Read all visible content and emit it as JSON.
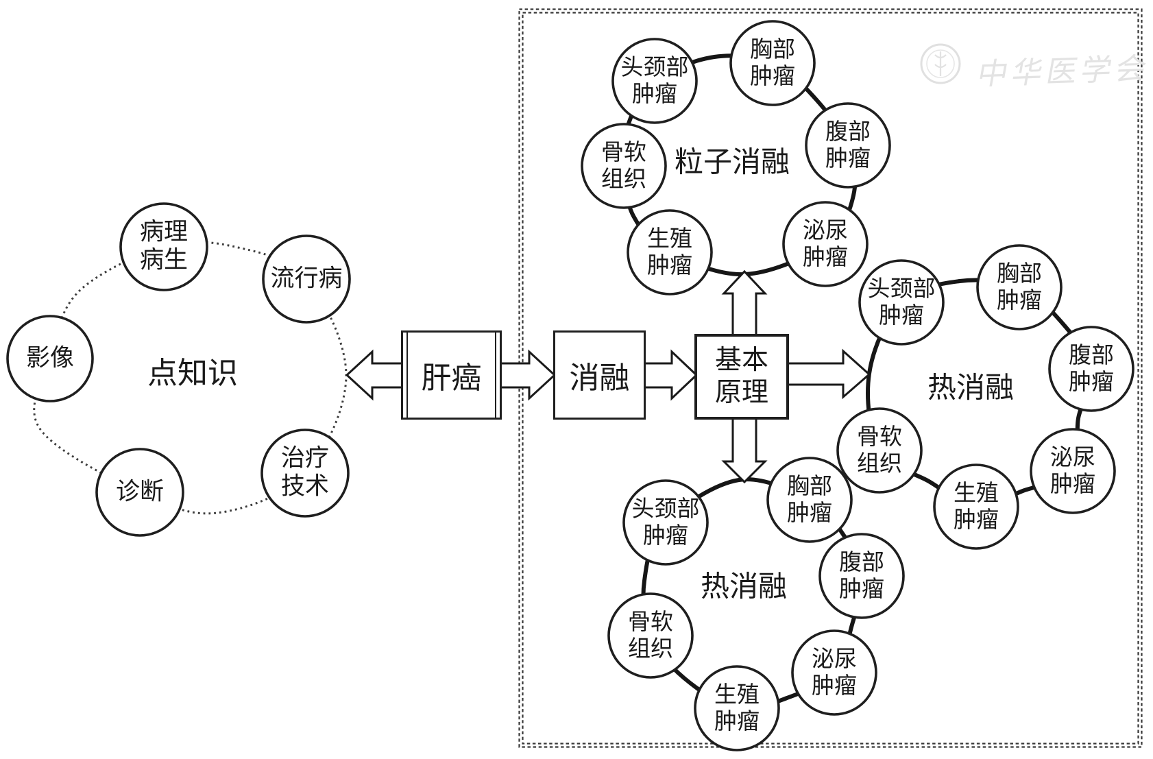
{
  "figure": {
    "left_cluster": {
      "title": "点知识",
      "nodes": [
        {
          "label": "病理\n病生"
        },
        {
          "label": "流行病"
        },
        {
          "label": "影像"
        },
        {
          "label": "诊断"
        },
        {
          "label": "治疗\n技术"
        }
      ]
    },
    "flow_boxes": [
      {
        "label": "肝癌"
      },
      {
        "label": "消融"
      },
      {
        "label": "基本\n原理"
      }
    ],
    "clusters": [
      {
        "title": "粒子消融",
        "nodes": [
          {
            "label": "头颈部\n肿瘤"
          },
          {
            "label": "胸部\n肿瘤"
          },
          {
            "label": "腹部\n肿瘤"
          },
          {
            "label": "泌尿\n肿瘤"
          },
          {
            "label": "生殖\n肿瘤"
          },
          {
            "label": "骨软\n组织"
          }
        ]
      },
      {
        "title": "热消融",
        "nodes": [
          {
            "label": "头颈部\n肿瘤"
          },
          {
            "label": "胸部\n肿瘤"
          },
          {
            "label": "腹部\n肿瘤"
          },
          {
            "label": "泌尿\n肿瘤"
          },
          {
            "label": "生殖\n肿瘤"
          },
          {
            "label": "骨软\n组织"
          }
        ]
      },
      {
        "title": "热消融",
        "nodes": [
          {
            "label": "头颈部\n肿瘤"
          },
          {
            "label": "胸部\n肿瘤"
          },
          {
            "label": "腹部\n肿瘤"
          },
          {
            "label": "泌尿\n肿瘤"
          },
          {
            "label": "生殖\n肿瘤"
          },
          {
            "label": "骨软\n组织"
          }
        ]
      }
    ],
    "watermark": {
      "text": "中华医学会"
    }
  }
}
